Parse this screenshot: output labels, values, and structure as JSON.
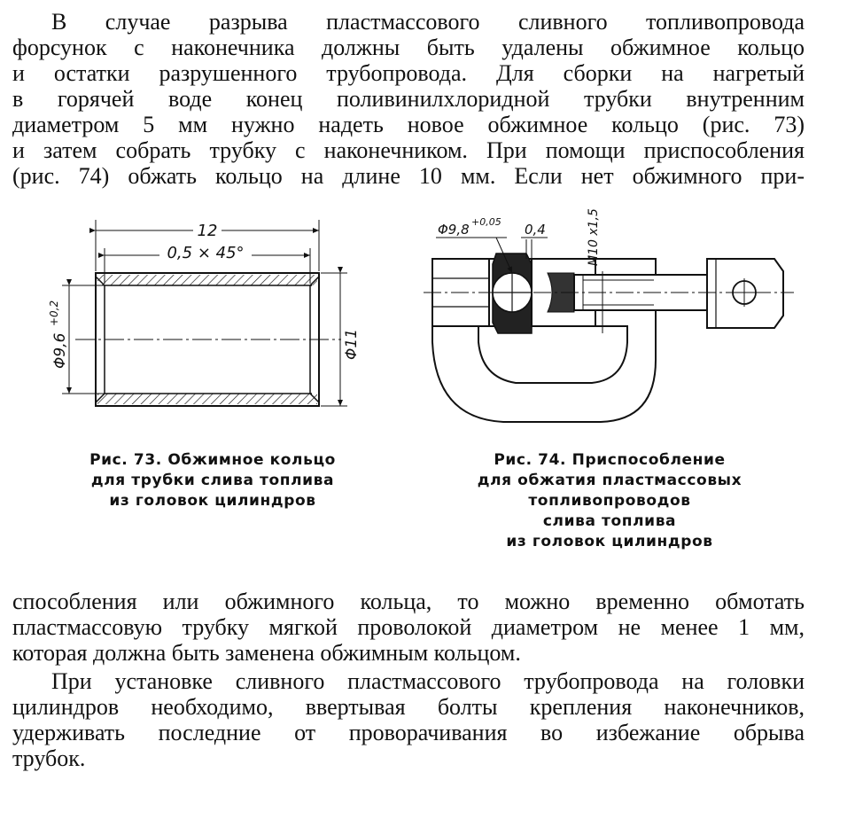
{
  "paragraph1": [
    "В случае разрыва пластмассового сливного топливопровода",
    "форсунок с наконечника должны быть удалены обжимное кольцо",
    "и остатки разрушенного трубопровода. Для сборки на нагретый",
    "в горячей воде конец поливинилхлоридной трубки внутренним",
    "диаметром 5 мм нужно надеть новое обжимное кольцо (рис. 73)",
    "и затем собрать трубку с наконечником. При помощи приспособления",
    "(рис. 74) обжать кольцо на длине 10 мм. Если нет обжимного при-"
  ],
  "figure73": {
    "dim_length": "12",
    "dim_chamfer": "0,5 × 45°",
    "dim_inner": "Φ9,6",
    "dim_inner_tol": "+0,2",
    "dim_outer": "Φ11",
    "caption": [
      "Рис. 73. Обжимное кольцо",
      "для трубки слива топлива",
      "из головок цилиндров"
    ]
  },
  "figure74": {
    "dim_bore": "Φ9,8",
    "dim_bore_tol": "+0,05",
    "dim_gap": "0,4",
    "dim_thread": "M10 x1,5",
    "caption": [
      "Рис. 74. Приспособление",
      "для обжатия пластмассовых",
      "топливопроводов",
      "слива топлива",
      "из головок цилиндров"
    ]
  },
  "paragraph2": [
    "способления или обжимного кольца, то можно временно обмотать",
    "пластмассовую трубку мягкой проволокой диаметром не менее 1 мм,",
    "которая должна быть заменена обжимным кольцом."
  ],
  "paragraph3": [
    "При установке сливного пластмассового трубопровода на головки",
    "цилиндров необходимо, ввертывая болты крепления наконечников,",
    "удерживать последние от проворачивания во избежание обрыва",
    "трубок."
  ]
}
